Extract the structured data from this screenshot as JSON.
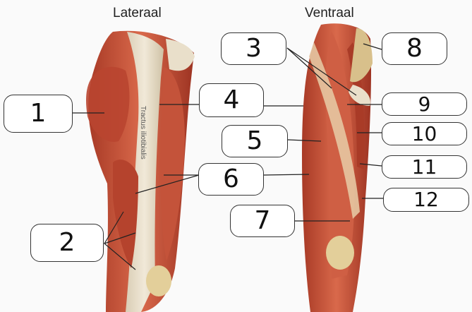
{
  "titles": {
    "left": "Lateraal",
    "right": "Ventraal"
  },
  "tract_label": "Tractus iliotibialis",
  "labels": [
    "1",
    "2",
    "3",
    "4",
    "5",
    "6",
    "7",
    "8",
    "9",
    "10",
    "11",
    "12"
  ],
  "colors": {
    "muscle": "#c9573e",
    "muscle_dark": "#9a3424",
    "tendon": "#e8ddc9",
    "bone": "#e3cf9a",
    "box_border": "#333333"
  }
}
